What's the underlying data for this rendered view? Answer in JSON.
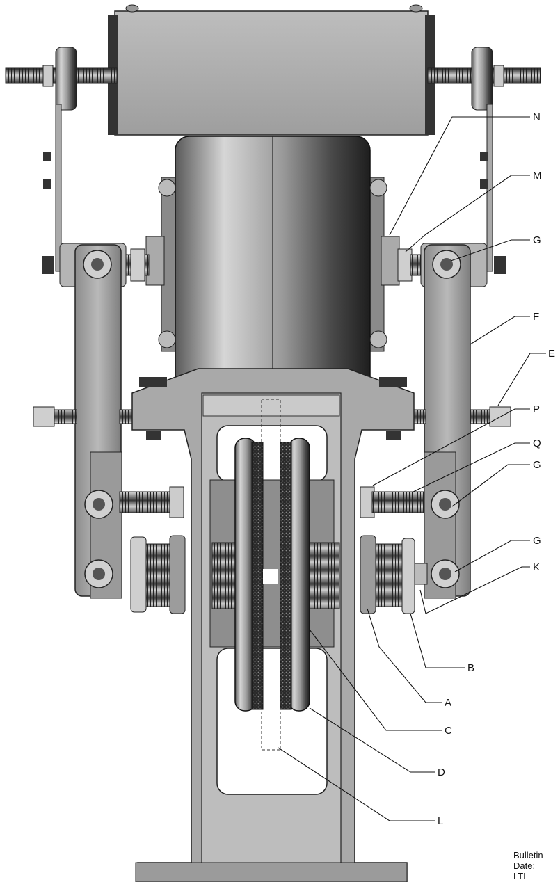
{
  "labels": {
    "N": "N",
    "M": "M",
    "G1": "G",
    "F": "F",
    "E": "E",
    "P": "P",
    "Q": "Q",
    "G2": "G",
    "G3": "G",
    "K": "K",
    "B": "B",
    "A": "A",
    "C": "C",
    "D": "D",
    "L": "L"
  },
  "note": {
    "line1": "Bulletin",
    "line2": "Date:",
    "line3": "LTL"
  }
}
